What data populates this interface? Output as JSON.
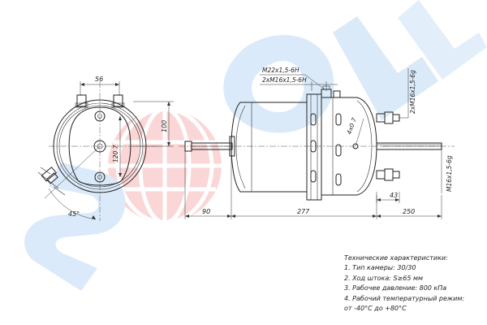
{
  "watermark": {
    "text": "SORL",
    "colors": {
      "blue": "#3b8fe0",
      "red": "#e84a4a"
    }
  },
  "dimensions": {
    "d56": "56",
    "d100": "100",
    "d120": "120 7",
    "a45": "45°",
    "m22": "M22x1,5-6H",
    "m16pair": "2xM16x1,5-6H",
    "m16right": "2xM16x1,5-6g",
    "d7": "4x0 7",
    "d43": "43",
    "m16bottom": "M16x1,5-6g",
    "d90": "90",
    "d277": "277",
    "d250": "250"
  },
  "specs": {
    "title": "Технические характеристики:",
    "line1": "1. Тип камеры: 30/30",
    "line2": "2. Ход штока: S≥65 мм",
    "line3": "3. Рабочее давление: 800 кПа",
    "line4": "4. Рабочий температурный режим:",
    "line5": "от -40°С до +80°С"
  }
}
